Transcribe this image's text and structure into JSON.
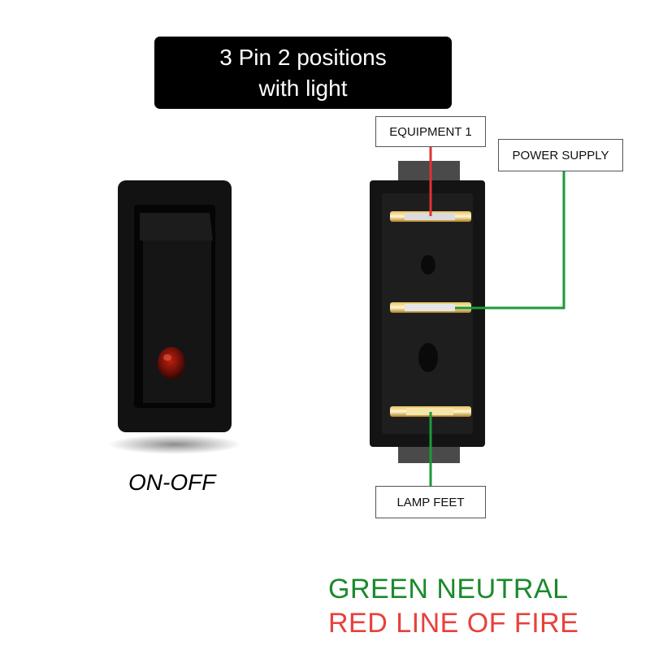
{
  "title": {
    "line1": "3 Pin 2 positions",
    "line2": "with light"
  },
  "labels": {
    "equipment": "EQUIPMENT 1",
    "power": "POWER SUPPLY",
    "lamp": "LAMP FEET"
  },
  "caption": "ON-OFF",
  "legend": {
    "green": {
      "text": "GREEN NEUTRAL",
      "color": "#1a8a2c"
    },
    "red": {
      "text": "RED LINE OF FIRE",
      "color": "#e8413c"
    }
  },
  "wire_colors": {
    "equipment": "red",
    "power_supply": "green",
    "lamp_feet": "green"
  }
}
